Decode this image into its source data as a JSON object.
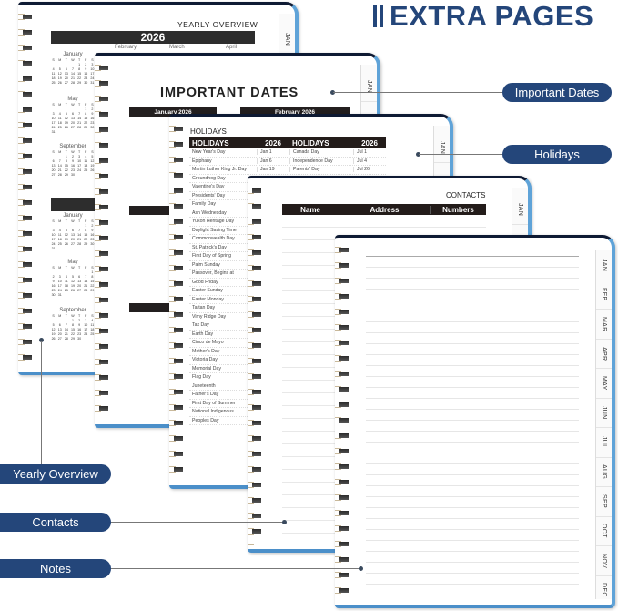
{
  "headline": {
    "icon": "double-bar-icon",
    "text": "EXTRA PAGES",
    "color": "#24467a"
  },
  "callouts": {
    "important_dates": "Important Dates",
    "holidays": "Holidays",
    "yearly_overview": "Yearly Overview",
    "contacts": "Contacts",
    "notes": "Notes",
    "color": "#24467a"
  },
  "months_tabs": [
    "JAN",
    "FEB",
    "MAR",
    "APR",
    "MAY",
    "JUN",
    "JUL",
    "AUG",
    "SEP",
    "OCT",
    "NOV",
    "DEC"
  ],
  "yearly": {
    "title": "YEARLY OVERVIEW",
    "year": "2026",
    "top_months": [
      "February",
      "March",
      "April"
    ],
    "weekdays": [
      "S",
      "M",
      "T",
      "W",
      "T",
      "F",
      "S"
    ],
    "calendars": [
      {
        "month": "January",
        "weeks": [
          [
            "",
            "",
            "",
            "",
            "1",
            "2",
            "3"
          ],
          [
            "4",
            "5",
            "6",
            "7",
            "8",
            "9",
            "10"
          ],
          [
            "11",
            "12",
            "13",
            "14",
            "15",
            "16",
            "17"
          ],
          [
            "18",
            "19",
            "20",
            "21",
            "22",
            "23",
            "24"
          ],
          [
            "25",
            "26",
            "27",
            "28",
            "29",
            "30",
            "31"
          ]
        ]
      },
      {
        "month": "May",
        "weeks": [
          [
            "",
            "",
            "",
            "",
            "",
            "1",
            "2"
          ],
          [
            "3",
            "4",
            "5",
            "6",
            "7",
            "8",
            "9"
          ],
          [
            "10",
            "11",
            "12",
            "13",
            "14",
            "15",
            "16"
          ],
          [
            "17",
            "18",
            "19",
            "20",
            "21",
            "22",
            "23"
          ],
          [
            "24",
            "25",
            "26",
            "27",
            "28",
            "29",
            "30"
          ],
          [
            "31",
            "",
            "",
            "",
            "",
            "",
            ""
          ]
        ]
      },
      {
        "month": "September",
        "weeks": [
          [
            "",
            "",
            "1",
            "2",
            "3",
            "4",
            "5"
          ],
          [
            "6",
            "7",
            "8",
            "9",
            "10",
            "11",
            "12"
          ],
          [
            "13",
            "14",
            "15",
            "16",
            "17",
            "18",
            "19"
          ],
          [
            "20",
            "21",
            "22",
            "23",
            "24",
            "25",
            "26"
          ],
          [
            "27",
            "28",
            "29",
            "30",
            "",
            "",
            ""
          ]
        ]
      },
      {
        "month": "January",
        "weeks": [
          [
            "",
            "",
            "",
            "",
            "",
            "1",
            "2"
          ],
          [
            "3",
            "4",
            "5",
            "6",
            "7",
            "8",
            "9"
          ],
          [
            "10",
            "11",
            "12",
            "13",
            "14",
            "15",
            "16"
          ],
          [
            "17",
            "18",
            "19",
            "20",
            "21",
            "22",
            "23"
          ],
          [
            "24",
            "25",
            "26",
            "27",
            "28",
            "29",
            "30"
          ],
          [
            "31",
            "",
            "",
            "",
            "",
            "",
            ""
          ]
        ]
      },
      {
        "month": "May",
        "weeks": [
          [
            "",
            "",
            "",
            "",
            "",
            "",
            "1"
          ],
          [
            "2",
            "3",
            "4",
            "5",
            "6",
            "7",
            "8"
          ],
          [
            "9",
            "10",
            "11",
            "12",
            "13",
            "14",
            "15"
          ],
          [
            "16",
            "17",
            "18",
            "19",
            "20",
            "21",
            "22"
          ],
          [
            "23",
            "24",
            "25",
            "26",
            "27",
            "28",
            "29"
          ],
          [
            "30",
            "31",
            "",
            "",
            "",
            "",
            ""
          ]
        ]
      },
      {
        "month": "September",
        "weeks": [
          [
            "",
            "",
            "",
            "1",
            "2",
            "3",
            "4"
          ],
          [
            "5",
            "6",
            "7",
            "8",
            "9",
            "10",
            "11"
          ],
          [
            "12",
            "13",
            "14",
            "15",
            "16",
            "17",
            "18"
          ],
          [
            "19",
            "20",
            "21",
            "22",
            "23",
            "24",
            "25"
          ],
          [
            "26",
            "27",
            "28",
            "29",
            "30",
            "",
            ""
          ]
        ]
      }
    ]
  },
  "important_dates": {
    "title": "IMPORTANT DATES",
    "ribbons": [
      "January 2026",
      "February 2026"
    ]
  },
  "holidays": {
    "title": "HOLIDAYS",
    "header": {
      "label": "HOLIDAYS",
      "year": "2026"
    },
    "left": [
      "New Year's Day",
      "Epiphany",
      "Martin Luther King Jr. Day",
      "Groundhog Day",
      "Valentine's Day",
      "Presidents' Day",
      "Family Day",
      "Ash Wednesday",
      "Yukon Heritage Day",
      "Daylight Saving Time",
      "Commonwealth Day",
      "St. Patrick's Day",
      "First Day of Spring",
      "Palm Sunday",
      "Passover, Begins at",
      "Good Friday",
      "Easter Sunday",
      "Easter Monday",
      "Tartan Day",
      "Vimy Ridge Day",
      "Tax Day",
      "Earth Day",
      "Cinco de Mayo",
      "Mother's Day",
      "Victoria Day",
      "Memorial Day",
      "Flag Day",
      "Juneteenth",
      "Father's Day",
      "First Day of Summer",
      "National Indigenous",
      "Peoples Day"
    ],
    "left_dates": [
      "Jan 1",
      "Jan 6",
      "Jan 19"
    ],
    "right": [
      {
        "name": "Canada Day",
        "date": "Jul 1"
      },
      {
        "name": "Independence Day",
        "date": "Jul 4"
      },
      {
        "name": "Parents' Day",
        "date": "Jul 26"
      }
    ]
  },
  "contacts": {
    "title": "CONTACTS",
    "columns": [
      "Name",
      "Address",
      "Numbers"
    ]
  }
}
